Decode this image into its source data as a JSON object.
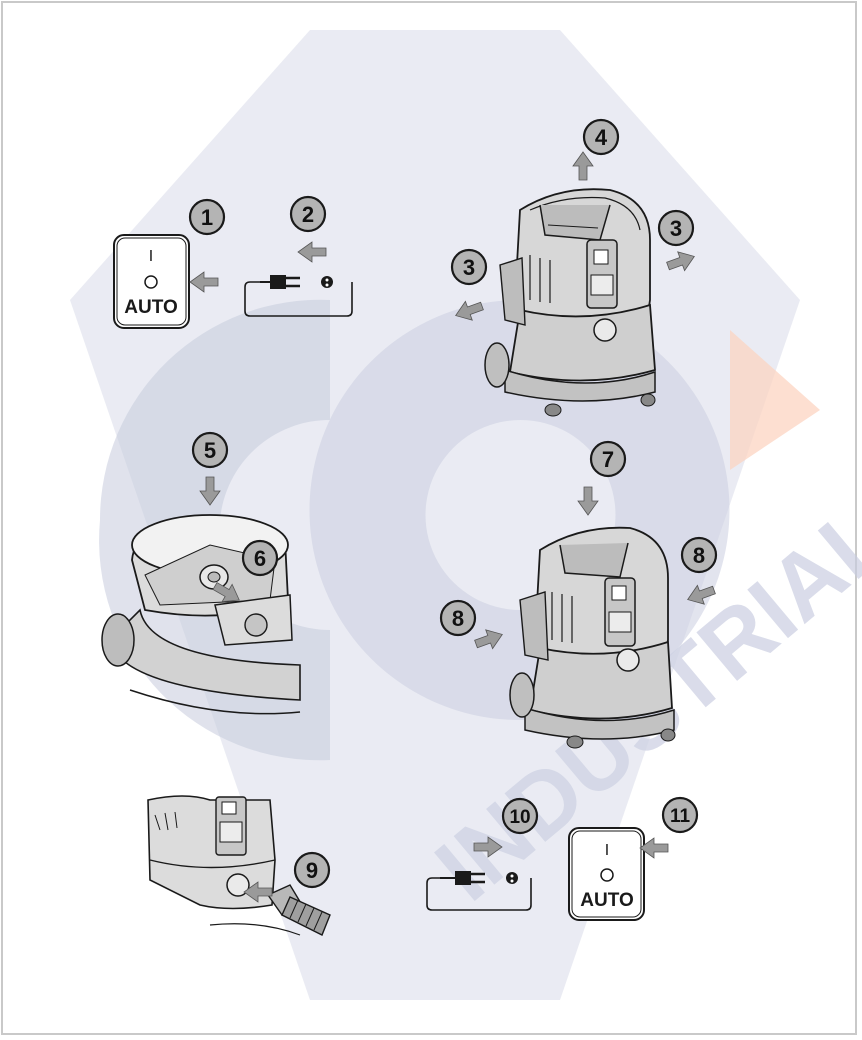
{
  "colors": {
    "watermark_blue": "#c8cde0",
    "watermark_orange": "#fbd6c5",
    "badge_fill": "#b4b4b4",
    "arrow_fill": "#9a9a9a",
    "line": "#1a1a1a",
    "body_gray": "#d7d7d7"
  },
  "watermark": {
    "text": "INDUSTRIAL"
  },
  "steps": {
    "s1": "1",
    "s2": "2",
    "s3a": "3",
    "s3b": "3",
    "s4": "4",
    "s5": "5",
    "s6": "6",
    "s7": "7",
    "s8a": "8",
    "s8b": "8",
    "s9": "9",
    "s10": "10",
    "s11": "11"
  },
  "switch_top": {
    "on_mark": "I",
    "off_mark": "O",
    "mode": "AUTO"
  },
  "switch_bottom": {
    "on_mark": "I",
    "off_mark": "O",
    "mode": "AUTO"
  },
  "icons": [
    "plug-icon",
    "socket-icon",
    "arrow-icon",
    "vacuum-cleaner-icon",
    "container-icon",
    "filter-icon",
    "hose-icon"
  ]
}
